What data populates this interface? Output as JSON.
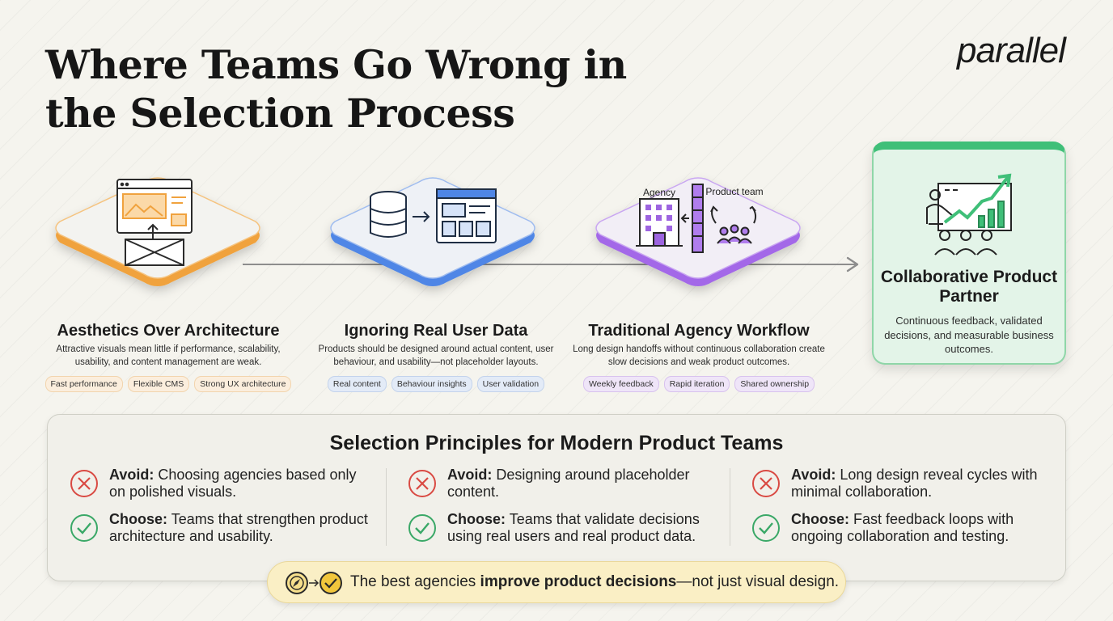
{
  "title": "Where Teams Go Wrong in the Selection Process",
  "logo": "parallel",
  "colors": {
    "orange": "#f0a23e",
    "blue": "#4f86e6",
    "purple": "#a368e8",
    "green": "#3fbf78",
    "avoid_red": "#d94a43",
    "choose_green": "#3aa867"
  },
  "cards": [
    {
      "title": "Aesthetics Over Architecture",
      "description": "Attractive visuals mean little if performance, scalability, usability, and content management are weak.",
      "chips": [
        "Fast performance",
        "Flexible CMS",
        "Strong UX architecture"
      ],
      "icon": "wireframe-layout-icon"
    },
    {
      "title": "Ignoring Real User Data",
      "description": "Products should be designed around actual content, user behaviour, and usability—not placeholder layouts.",
      "chips": [
        "Real content",
        "Behaviour insights",
        "User validation"
      ],
      "icon": "database-to-layout-icon"
    },
    {
      "title": "Traditional Agency Workflow",
      "description": "Long design handoffs without continuous collaboration create slow decisions and weak product outcomes.",
      "chips": [
        "Weekly feedback",
        "Rapid iteration",
        "Shared ownership"
      ],
      "icon": "agency-wall-team-icon",
      "icon_labels": {
        "agency": "Agency",
        "product_team": "Product team"
      }
    }
  ],
  "partner": {
    "title": "Collaborative Product Partner",
    "description": "Continuous feedback, validated decisions, and measurable business outcomes.",
    "icon": "presentation-growth-chart-icon"
  },
  "principles": {
    "title": "Selection Principles for Modern Product Teams",
    "columns": [
      {
        "avoid_label": "Avoid:",
        "avoid_text": "Choosing agencies based only on polished visuals.",
        "choose_label": "Choose:",
        "choose_text": "Teams that strengthen product architecture and usability."
      },
      {
        "avoid_label": "Avoid:",
        "avoid_text": "Designing around placeholder content.",
        "choose_label": "Choose:",
        "choose_text": "Teams that validate decisions using real users and real product data."
      },
      {
        "avoid_label": "Avoid:",
        "avoid_text": "Long design reveal cycles with minimal collaboration.",
        "choose_label": "Choose:",
        "choose_text": "Fast feedback loops with ongoing collaboration and testing."
      }
    ]
  },
  "callout": {
    "prefix": "The best agencies ",
    "emphasis": "improve product decisions",
    "suffix": "—not just visual design.",
    "icons": [
      "compass-icon",
      "check-circle-icon"
    ]
  }
}
